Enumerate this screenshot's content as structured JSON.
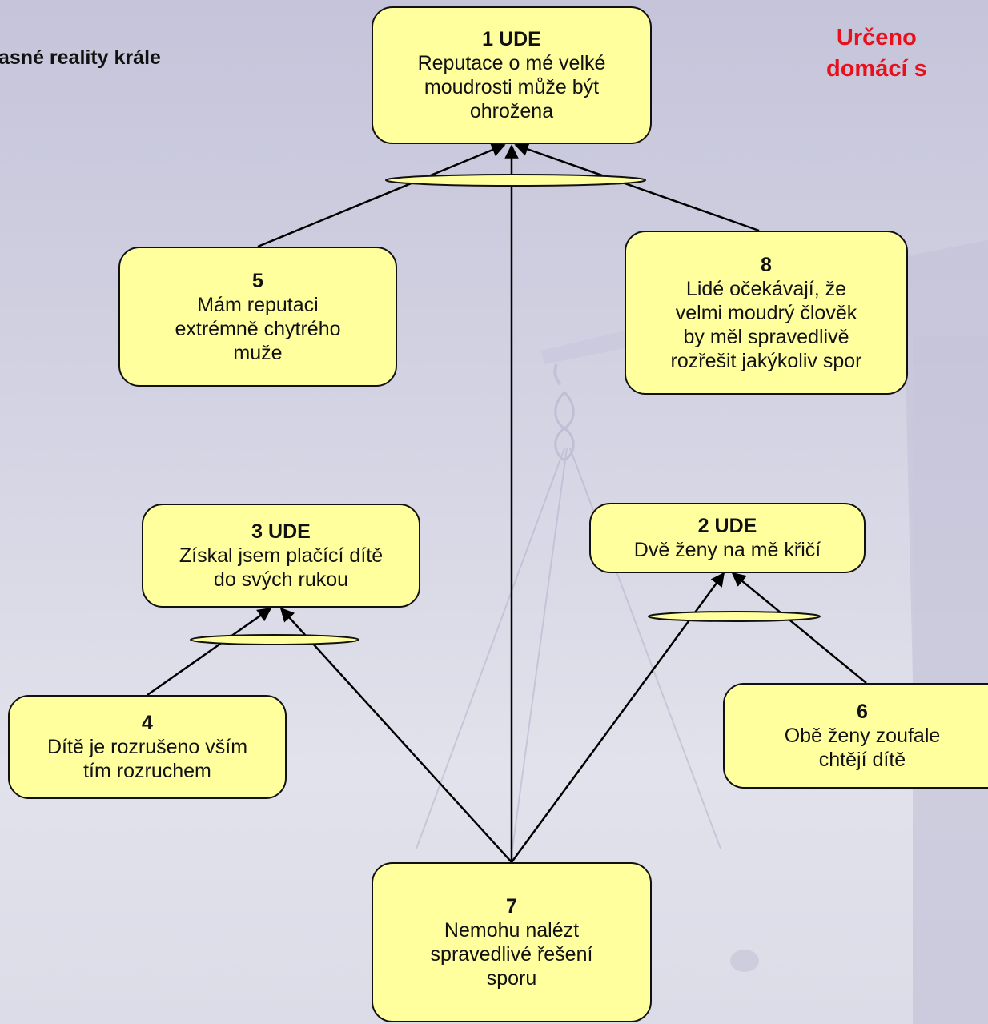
{
  "header": {
    "left_title": "asné reality krále",
    "right_title_line1": "Určeno",
    "right_title_line2": "domácí s"
  },
  "nodes": {
    "n1": {
      "num": "1 UDE",
      "text": "Reputace o mé velké\nmoudrosti může být\nohrožena"
    },
    "n5": {
      "num": "5",
      "text": "Mám reputaci\nextrémně chytrého\nmuže"
    },
    "n8": {
      "num": "8",
      "text": "Lidé očekávají, že\nvelmi moudrý člověk\nby měl spravedlivě\nrozřešit jakýkoliv spor"
    },
    "n3": {
      "num": "3 UDE",
      "text": "Získal jsem plačící dítě\ndo svých rukou"
    },
    "n2": {
      "num": "2 UDE",
      "text": "Dvě ženy na mě křičí"
    },
    "n4": {
      "num": "4",
      "text": "Dítě je rozrušeno vším\ntím rozruchem"
    },
    "n6": {
      "num": "6",
      "text": "Obě ženy zoufale\nchtějí dítě"
    },
    "n7": {
      "num": "7",
      "text": "Nemohu nalézt\nspravedlivé řešení\nsporu"
    }
  },
  "edges": [
    {
      "from": "5",
      "to": "1",
      "via": "and-1"
    },
    {
      "from": "8",
      "to": "1",
      "via": "and-1"
    },
    {
      "from": "7",
      "to": "1"
    },
    {
      "from": "4",
      "to": "3",
      "via": "and-3"
    },
    {
      "from": "7",
      "to": "3",
      "via": "and-3"
    },
    {
      "from": "7",
      "to": "2",
      "via": "and-2"
    },
    {
      "from": "6",
      "to": "2",
      "via": "and-2"
    }
  ],
  "colors": {
    "node_fill": "#ffff9d",
    "node_border": "#111111",
    "accent_red": "#e8101a",
    "background": "#d3d3e3"
  }
}
